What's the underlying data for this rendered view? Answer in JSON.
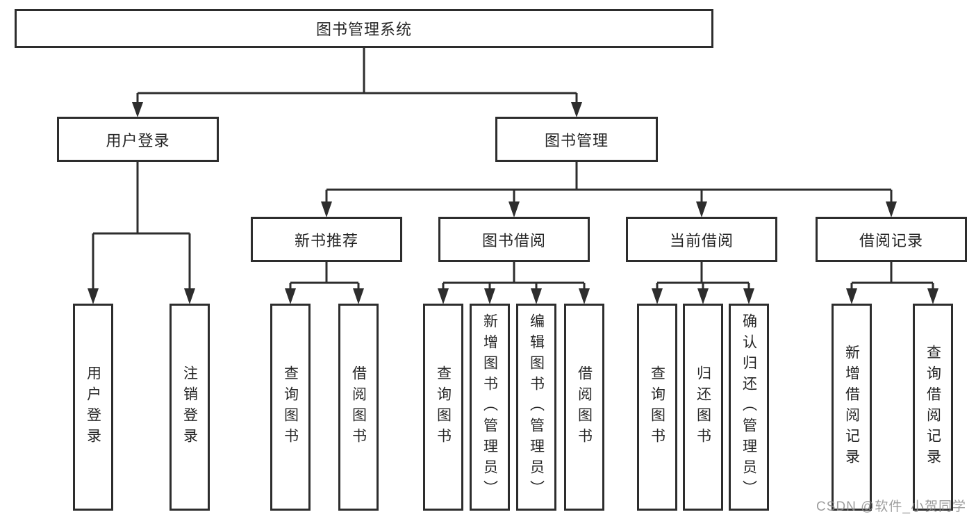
{
  "colors": {
    "stroke": "#2d2d2d",
    "text": "#262626",
    "background": "#ffffff",
    "watermark": "#8c8c8c"
  },
  "watermark": "CSDN @软件_小贺同学",
  "nodes": {
    "root": "图书管理系统",
    "userLogin": "用户登录",
    "bookManagement": "图书管理",
    "newBookRecommend": "新书推荐",
    "bookBorrowing": "图书借阅",
    "currentBorrowing": "当前借阅",
    "borrowingRecords": "借阅记录",
    "leafUserLogin": "用户登录",
    "leafLogout": "注销登录",
    "recQueryBooks": "查询图书",
    "recBorrowBooks": "借阅图书",
    "bbQueryBooks": "查询图书",
    "bbAddBooks": "新增图书（管理员）",
    "bbEditBooks": "编辑图书（管理员）",
    "bbBorrowBooks": "借阅图书",
    "cbQueryBooks": "查询图书",
    "cbReturnBooks": "归还图书",
    "cbConfirmReturn": "确认归还（管理员）",
    "brAddRecord": "新增借阅记录",
    "brQueryRecord": "查询借阅记录"
  },
  "hierarchy": {
    "图书管理系统": {
      "用户登录": [
        "用户登录",
        "注销登录"
      ],
      "图书管理": {
        "新书推荐": [
          "查询图书",
          "借阅图书"
        ],
        "图书借阅": [
          "查询图书",
          "新增图书（管理员）",
          "编辑图书（管理员）",
          "借阅图书"
        ],
        "当前借阅": [
          "查询图书",
          "归还图书",
          "确认归还（管理员）"
        ],
        "借阅记录": [
          "新增借阅记录",
          "查询借阅记录"
        ]
      }
    }
  }
}
